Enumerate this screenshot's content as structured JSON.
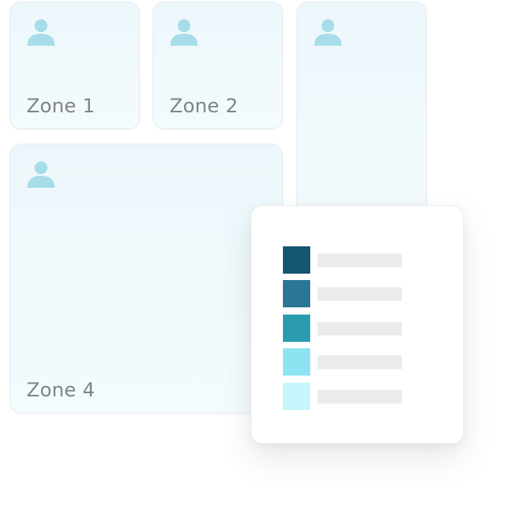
{
  "zones": [
    {
      "id": "zone-1",
      "label": "Zone 1",
      "icon": "person-icon"
    },
    {
      "id": "zone-2",
      "label": "Zone 2",
      "icon": "person-icon"
    },
    {
      "id": "zone-3",
      "label": "",
      "icon": "person-icon"
    },
    {
      "id": "zone-4",
      "label": "Zone 4",
      "icon": "person-icon"
    }
  ],
  "colors": {
    "icon": "#a6dde8",
    "zone_background": "#f0f9fd",
    "label_text": "#7f8488"
  },
  "legend": {
    "items": [
      {
        "color": "#14556f"
      },
      {
        "color": "#2b7694"
      },
      {
        "color": "#2b9caf"
      },
      {
        "color": "#8ee3f2"
      },
      {
        "color": "#c7f5fc"
      }
    ],
    "placeholder_bar_color": "#ebebeb"
  }
}
